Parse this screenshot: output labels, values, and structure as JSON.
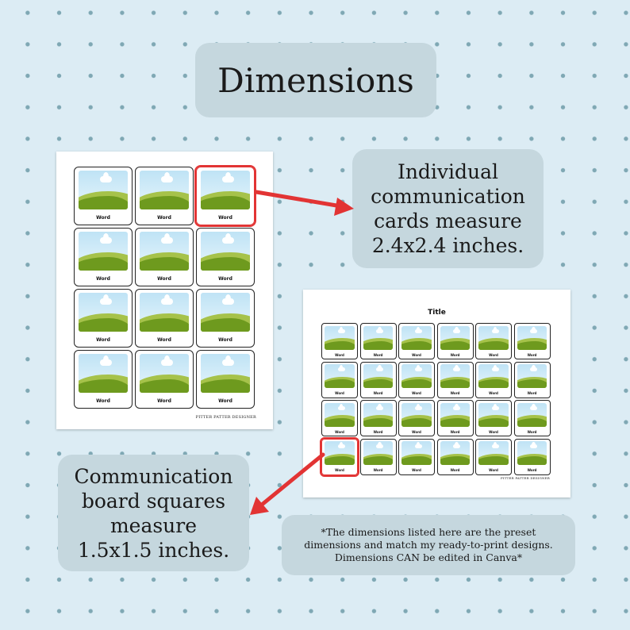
{
  "title": "Dimensions",
  "callouts": {
    "cards": "Individual\ncommunication\ncards measure\n2.4x2.4 inches.",
    "board": "Communication\nboard squares\nmeasure\n1.5x1.5 inches.",
    "note": "*The dimensions listed here are the preset\ndimensions and match my ready-to-print designs.\nDimensions CAN be edited in Canva*"
  },
  "card_sheet": {
    "card_label": "Word",
    "columns": 3,
    "rows": 4,
    "highlighted_index": 2,
    "credit": "PITTER PATTER DESIGNER"
  },
  "board_sheet": {
    "title": "Title",
    "square_label": "Word",
    "columns": 6,
    "rows": 4,
    "highlighted_index": 18,
    "credit": "PITTER PATTER DESIGNER"
  },
  "colors": {
    "background": "#dcecf4",
    "dots": "#7fa8b4",
    "pill": "#c5d7de",
    "highlight": "#e23434",
    "grass_dark": "#6e9a1e",
    "grass_light": "#a6c24a",
    "sky": "#bfe3f5"
  }
}
